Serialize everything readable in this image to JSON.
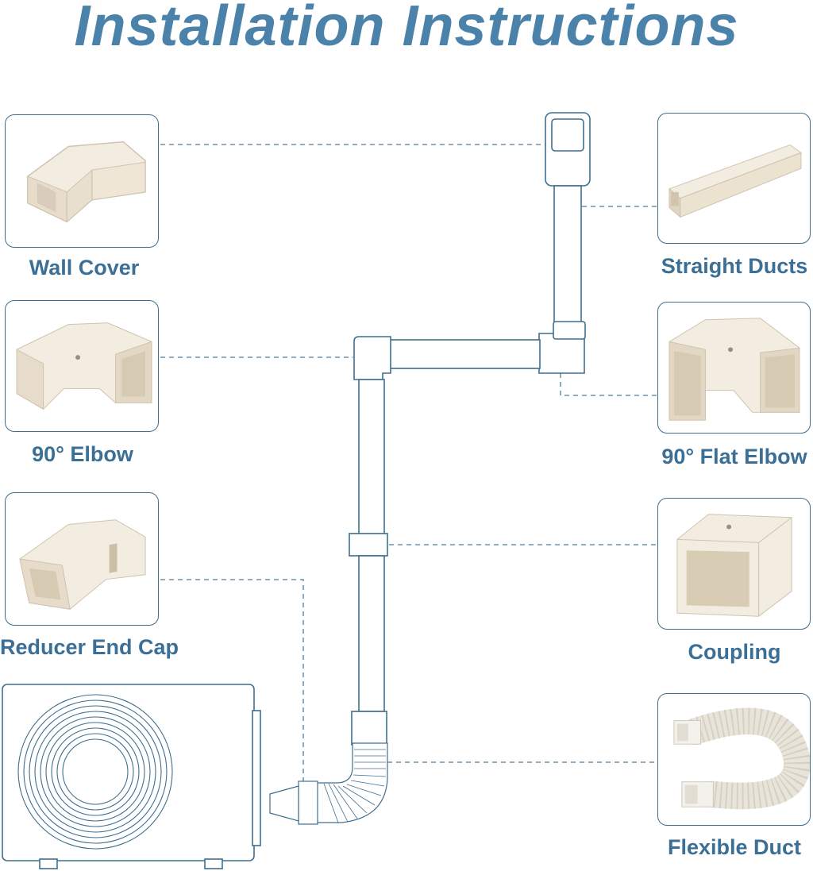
{
  "title": "Installation Instructions",
  "colors": {
    "accent": "#3b6f95",
    "line": "#4f7c99",
    "part": "#f3ece0",
    "part_shadow": "#d8cdbb"
  },
  "parts": {
    "wall_cover": {
      "label": "Wall Cover",
      "icon": "wall-cover-image"
    },
    "straight_ducts": {
      "label": "Straight Ducts",
      "icon": "straight-duct-image"
    },
    "elbow_90": {
      "label": "90° Elbow",
      "icon": "elbow-image"
    },
    "flat_elbow_90": {
      "label": "90° Flat Elbow",
      "icon": "flat-elbow-image"
    },
    "reducer_end_cap": {
      "label": "Reducer End Cap",
      "icon": "reducer-image"
    },
    "coupling": {
      "label": "Coupling",
      "icon": "coupling-image"
    },
    "flexible_duct": {
      "label": "Flexible Duct",
      "icon": "flexible-duct-image"
    }
  }
}
